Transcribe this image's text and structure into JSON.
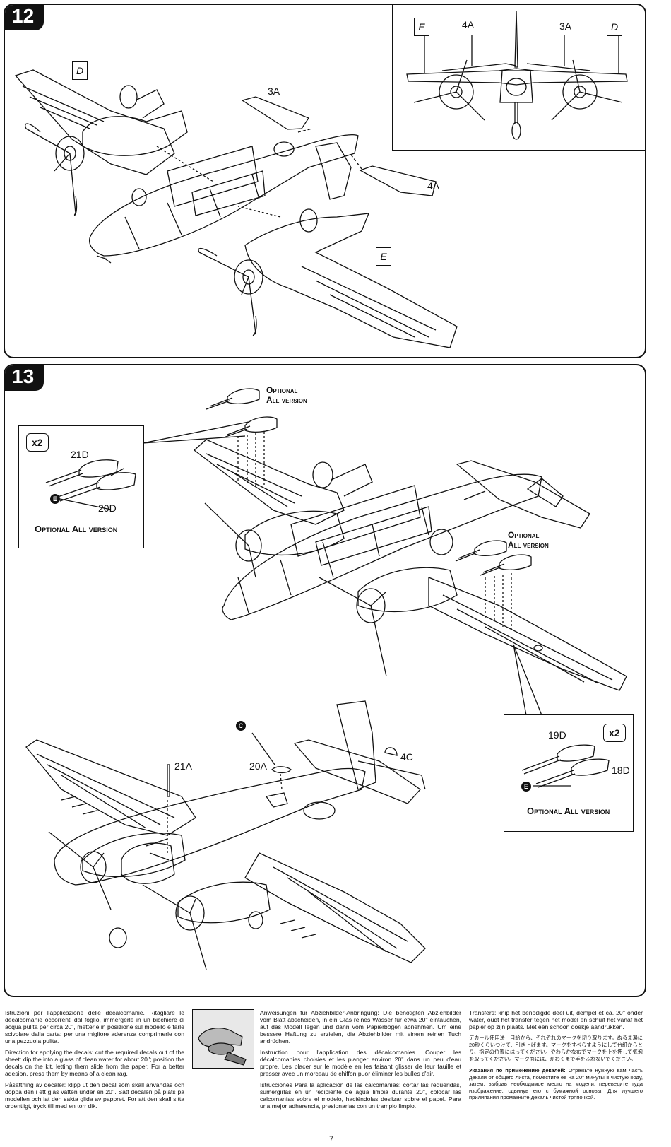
{
  "steps": {
    "step12": {
      "number": "12",
      "labels": {
        "D": "D",
        "E": "E",
        "part3a": "3A",
        "part4a": "4A"
      },
      "inset_labels": {
        "E": "E",
        "part4a": "4A",
        "part3a": "3A",
        "D": "D"
      }
    },
    "step13": {
      "number": "13",
      "optional_top": [
        "Optional",
        "All version"
      ],
      "optional_mid": [
        "Optional",
        "All version"
      ],
      "left_inset": {
        "count": "x2",
        "part21d": "21D",
        "part20d": "20D",
        "circle": "E",
        "caption": "Optional All version"
      },
      "right_inset": {
        "count": "x2",
        "part19d": "19D",
        "part18d": "18D",
        "circle": "E",
        "caption": "Optional All version"
      },
      "lower": {
        "circle_c": "C",
        "part21a": "21A",
        "part20a": "20A",
        "part4c": "4C"
      }
    }
  },
  "instructions": {
    "italian": "Istruzioni per l'applicazione delle decalcomanie. Ritagliare le decalcomanie occorrenti dal foglio, immergerle in un bicchiere di acqua pulita per circa 20'', metterle in posizione sul modello e farle scivolare dalla carta: per una migliore aderenza comprimerle con una pezzuola pulita.",
    "english": "Direction for applying the decals: cut the required decals out of the sheet: dip the into a glass of clean water for about 20''; position the decals on the kit, letting them slide from the paper. For a better adesion, press them by means of a clean rag.",
    "swedish": "Påsättning av decaler: klipp ut den decal som skall användas och doppa den i ett glas vatten under en 20''. Sätt decalen på plats pa modellen och lat den sakta glida av pappret. For att den skall sitta ordentligt, tryck till med en torr dik.",
    "german": "Anweisungen für Abziehbilder-Anbringung: Die benötigten Abziehbilder vom Blatt abscheiden, in ein Glas reines Wasser für etwa 20'' eintauchen, auf das Modell legen und dann vom Papierbogen abnehmen. Um eine bessere Haftung zu erzielen, die Abziehbilder mit einem reinen Tuch andrüchen.",
    "french": "Instruction pour l'application des décalcomanies. Couper les décalcomanies choisies et les planger environ 20'' dans un peu d'eau propre. Les placer sur le modèle en les faisant glisser de leur fauille et presser avec un morceau de chiffon puor éliminer les bulles d'air.",
    "spanish": "Istrucciones Para la aplicación de las calcomanías: cortar las requeridas, sumergirlas en un recipiente de agua limpia durante 20'', colocar las calcomanías sobre el modelo, haciéndolas deslizar sobre el papel. Para una mejor adherencia, presionarlas con un trampio limpio.",
    "dutch": "Transfers: knip het benodigde deel uit, dempel et ca. 20'' onder water, oudt het transfer tegen het model en schuif het vanaf het papier op zijn plaats. Met een schoon doekje aandrukken.",
    "japanese": "デカール使用法　目給から、それぞれのマークを切り取ります。ぬるま湯に20秒くらいつけて、引き上げます。マークをすべらすようにして台紙からとり、指定の位置にはってください。やわらかな布でマークを上を押して気泡を取ってください。マーク面には、かわくまで手をふれないでください。",
    "russian_title": "Указания по применению декалей:",
    "russian": "Отрежьте нужную вам часть декали от общего листа, поместите ее на 20'' минуты в чистую воду, затем, выбрав необходимое место на модели, переведите туда изображение, сдвинув его с бумажной основы. Для лучшего прилипания промакните декаль чистой тряпочкой."
  },
  "page_number": "7"
}
